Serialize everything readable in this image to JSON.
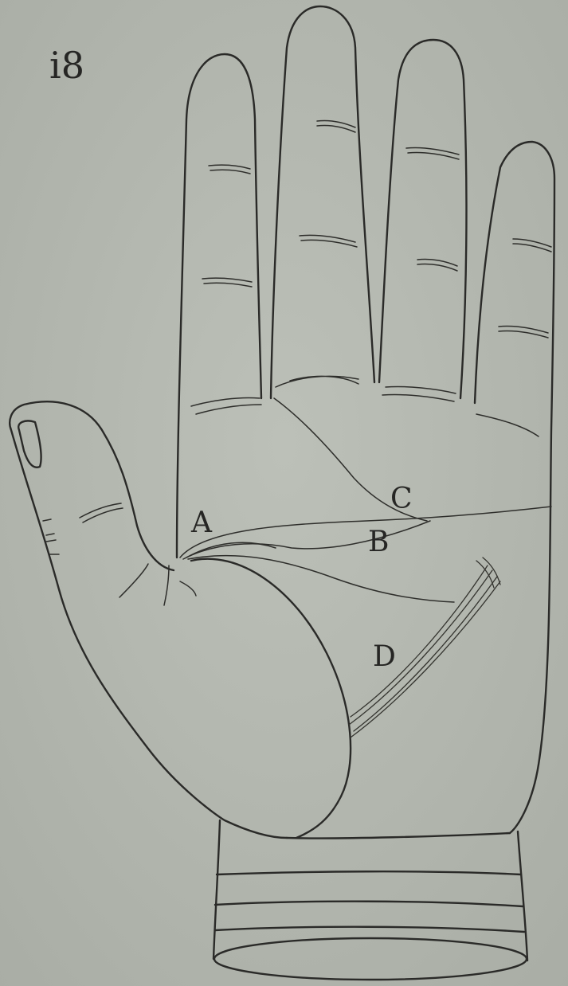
{
  "page": {
    "number": "i8",
    "paper_color": "#b4b8b1",
    "ink_color": "#2a2a28"
  },
  "labels": {
    "a": "A",
    "b": "B",
    "c": "C",
    "d": "D"
  }
}
